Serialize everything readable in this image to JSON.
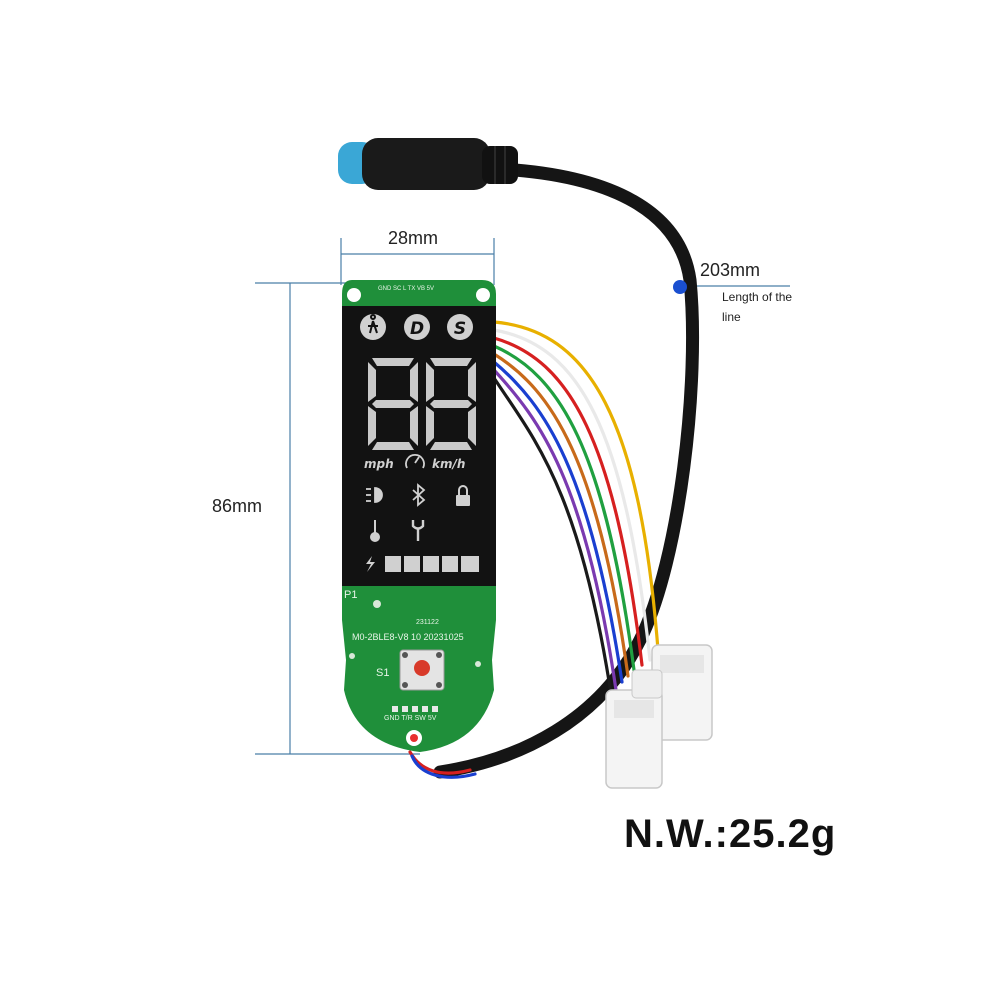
{
  "dimensions": {
    "width": "28mm",
    "height": "86mm",
    "cable_length": "203mm",
    "cable_caption": "Length of the line"
  },
  "net_weight": "N.W.:25.2g",
  "display": {
    "mode_icons": [
      "walk-icon",
      "D",
      "S"
    ],
    "speed_digits": "88",
    "unit_mph": "mph",
    "unit_kmh": "km/h",
    "status_icons": [
      "headlight-icon",
      "bluetooth-icon",
      "lock-icon",
      "thermometer-icon",
      "wrench-icon"
    ],
    "battery_bars": 5
  },
  "pcb": {
    "top_pins": "GND SC L   TX VB  5V",
    "label_p1": "P1",
    "code_small": "231122",
    "model": "M0-2BLE8-V8 10 20231025",
    "label_s1": "S1",
    "bottom_pins": "GND T/R SW  5V"
  },
  "colors": {
    "pcb_green": "#1f8f3a",
    "display_black": "#121212",
    "segment_gray": "#c9c9c9",
    "connector_blue": "#3aa7d6",
    "marker_blue": "#1a4fd0",
    "dimension_line": "#4a7fa8"
  }
}
